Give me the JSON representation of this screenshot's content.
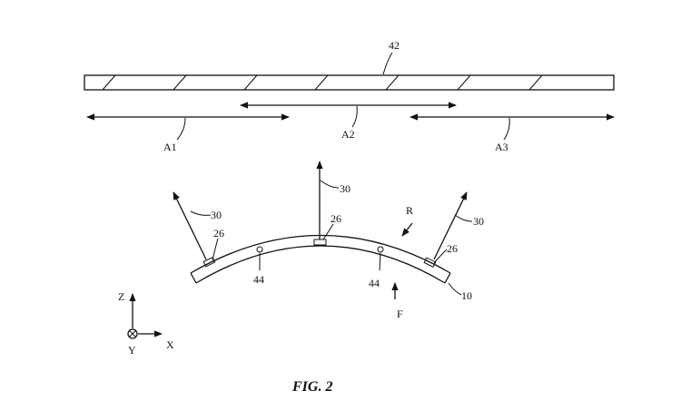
{
  "figure": {
    "caption": "FIG. 2",
    "labels": {
      "strip": "42",
      "a1": "A1",
      "a2": "A2",
      "a3": "A3",
      "ray_left": "30",
      "ray_mid": "30",
      "ray_right": "30",
      "sensor_left": "26",
      "sensor_mid": "26",
      "sensor_right": "26",
      "hole_left": "44",
      "hole_right": "44",
      "rear": "R",
      "front": "F",
      "body": "10",
      "axis_z": "Z",
      "axis_x": "X",
      "axis_y": "Y"
    }
  }
}
